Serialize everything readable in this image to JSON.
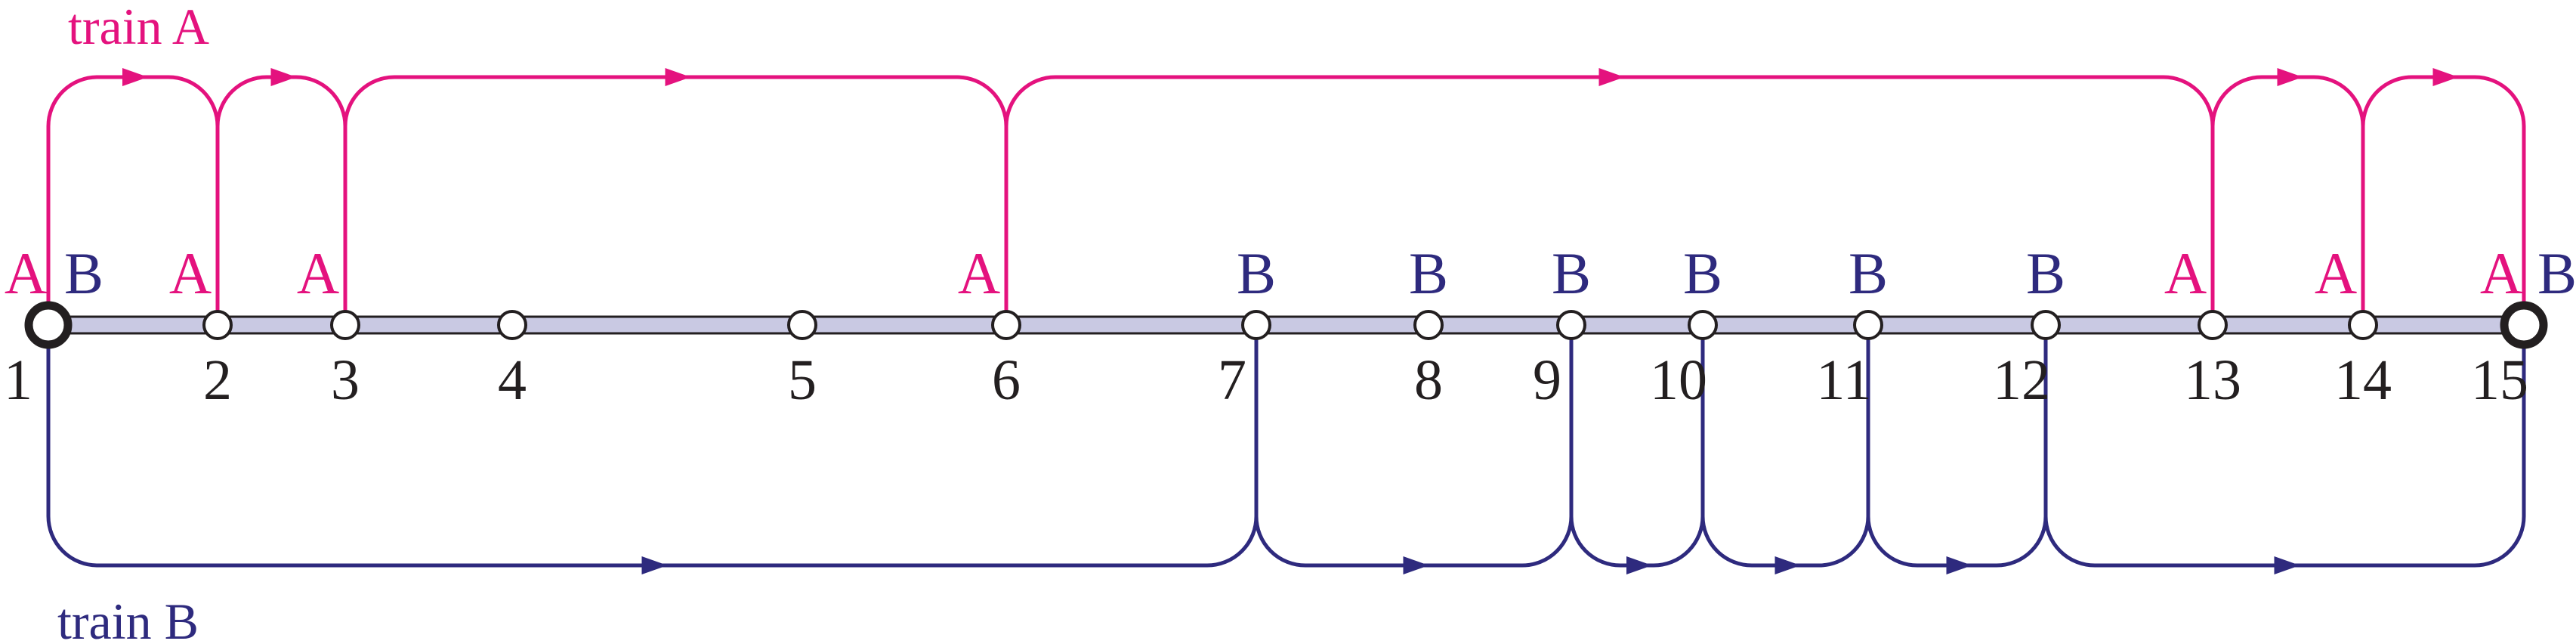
{
  "colors": {
    "train_a": "#e4127e",
    "train_b": "#2e2a7e",
    "track_fill": "#c9c9e3",
    "track_edge": "#231f20",
    "station_fill": "#ffffff",
    "station_edge": "#231f20"
  },
  "train_a": {
    "title": "train A",
    "stop_label": "A",
    "stops": [
      1,
      2,
      3,
      6,
      13,
      14,
      15
    ]
  },
  "train_b": {
    "title": "train B",
    "stop_label": "B",
    "stops": [
      1,
      7,
      9,
      10,
      11,
      12,
      15
    ]
  },
  "stations": [
    {
      "id": 1,
      "label": "1",
      "terminal": true
    },
    {
      "id": 2,
      "label": "2"
    },
    {
      "id": 3,
      "label": "3"
    },
    {
      "id": 4,
      "label": "4"
    },
    {
      "id": 5,
      "label": "5"
    },
    {
      "id": 6,
      "label": "6"
    },
    {
      "id": 7,
      "label": "7"
    },
    {
      "id": 8,
      "label": "8"
    },
    {
      "id": 9,
      "label": "9"
    },
    {
      "id": 10,
      "label": "10"
    },
    {
      "id": 11,
      "label": "11"
    },
    {
      "id": 12,
      "label": "12"
    },
    {
      "id": 13,
      "label": "13"
    },
    {
      "id": 14,
      "label": "14"
    },
    {
      "id": 15,
      "label": "15",
      "terminal": true
    }
  ],
  "service_labels": [
    {
      "station": 1,
      "text": "A",
      "train": "a"
    },
    {
      "station": 1,
      "text": "B",
      "train": "b"
    },
    {
      "station": 2,
      "text": "A",
      "train": "a"
    },
    {
      "station": 3,
      "text": "A",
      "train": "a"
    },
    {
      "station": 6,
      "text": "A",
      "train": "a"
    },
    {
      "station": 7,
      "text": "B",
      "train": "b"
    },
    {
      "station": 8,
      "text": "B",
      "train": "b"
    },
    {
      "station": 9,
      "text": "B",
      "train": "b"
    },
    {
      "station": 10,
      "text": "B",
      "train": "b"
    },
    {
      "station": 11,
      "text": "B",
      "train": "b"
    },
    {
      "station": 12,
      "text": "B",
      "train": "b"
    },
    {
      "station": 13,
      "text": "A",
      "train": "a"
    },
    {
      "station": 14,
      "text": "A",
      "train": "a"
    },
    {
      "station": 15,
      "text": "A",
      "train": "a"
    },
    {
      "station": 15,
      "text": "B",
      "train": "b"
    }
  ]
}
